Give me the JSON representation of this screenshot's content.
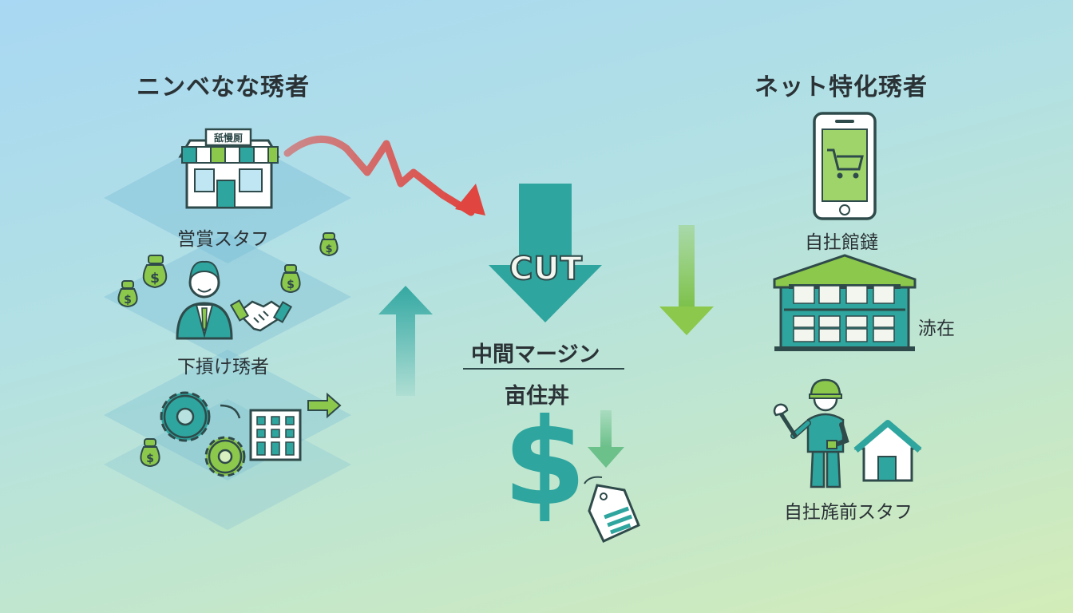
{
  "left_column": {
    "title": "ニンベなな琇者",
    "sales_staff_label": "営賞スタフ",
    "subcontractor_label": "下摃け琇者",
    "store_sign": "舐慢厠"
  },
  "right_column": {
    "title": "ネット特化琇者",
    "own_store_label": "自扗館鐽",
    "warehouse_label": "浾在",
    "own_staff_label": "自扗旄前スタフ"
  },
  "center": {
    "cut_label": "CUT",
    "margin_label": "中間マージン",
    "price_label": "亩住丼",
    "dollar_symbol": "$"
  },
  "colors": {
    "teal": "#2ea59e",
    "green": "#8cc84b",
    "red_arrow": "#e04540",
    "dark": "#2f4a4a"
  },
  "icons": [
    "storefront-icon",
    "money-bag-icon",
    "businessman-icon",
    "handshake-icon",
    "gear-icon",
    "office-building-icon",
    "smartphone-cart-icon",
    "warehouse-icon",
    "worker-wrench-icon",
    "house-icon",
    "price-tag-icon",
    "dollar-icon"
  ]
}
